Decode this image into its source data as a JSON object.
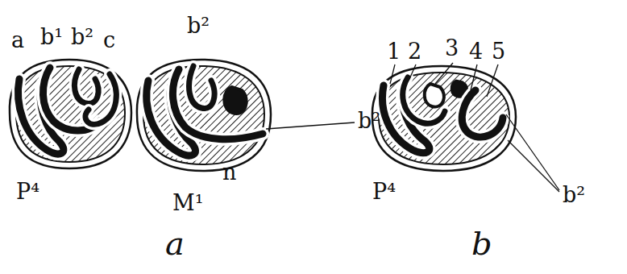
{
  "diagram": {
    "labels": [
      "a",
      "b¹",
      "b²",
      "c",
      "b²",
      "b²",
      "P⁴",
      "M¹",
      "n",
      "1",
      "2",
      "3",
      "4",
      "5",
      "b²",
      "P⁴",
      "a",
      "b"
    ]
  }
}
